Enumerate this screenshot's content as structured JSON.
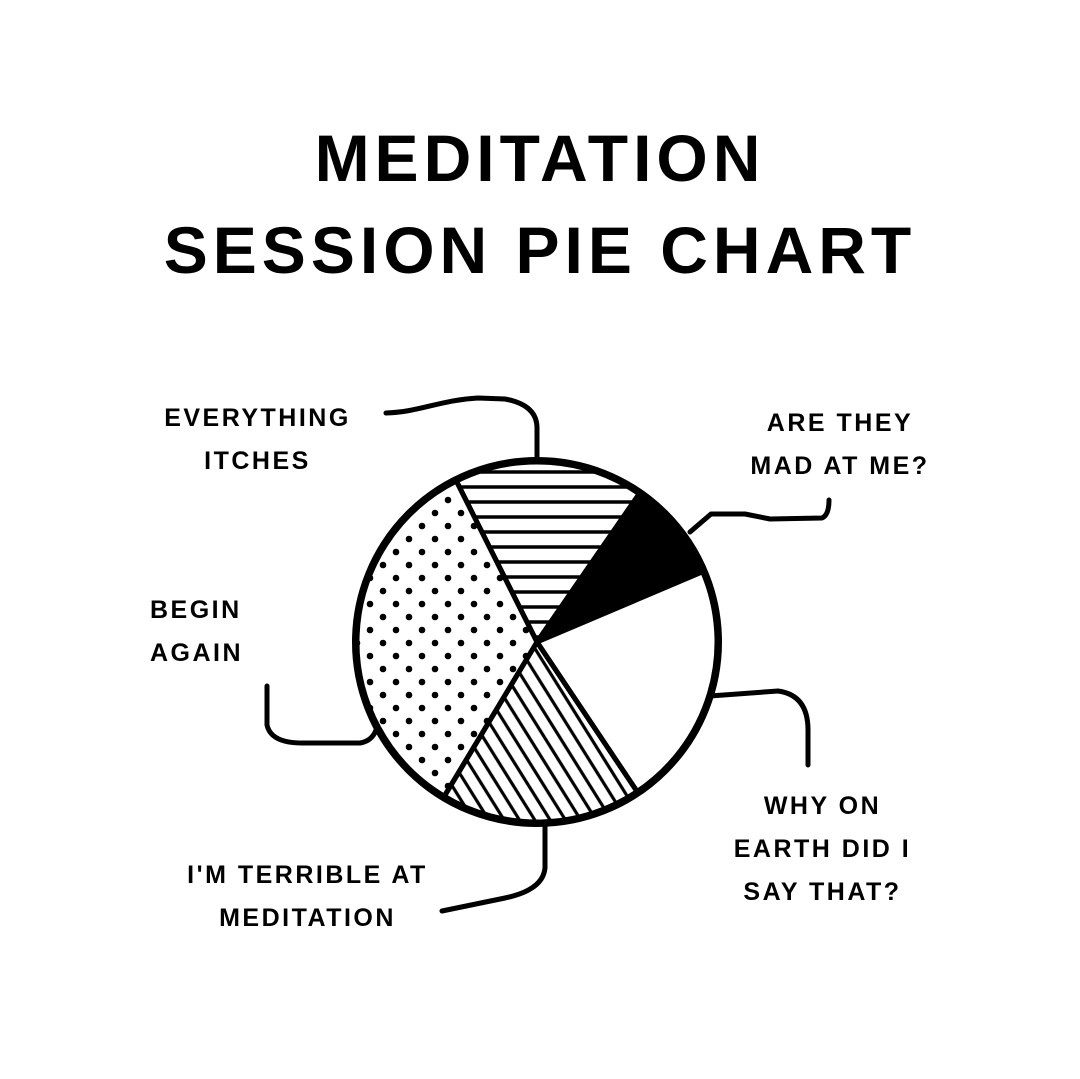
{
  "chart_data": {
    "type": "pie",
    "title": "Meditation Session Pie Chart",
    "categories": [
      "Everything itches",
      "Are they mad at me?",
      "Why on earth did I say that?",
      "I'm terrible at meditation",
      "Begin again"
    ],
    "values": [
      17,
      9,
      22,
      18,
      34
    ],
    "fills": [
      "horizontal-lines",
      "solid",
      "blank",
      "diagonal-lines",
      "dots"
    ],
    "colors": {
      "ink": "#000000",
      "paper": "#ffffff"
    },
    "legend": "none (direct labels with leader lines)"
  }
}
